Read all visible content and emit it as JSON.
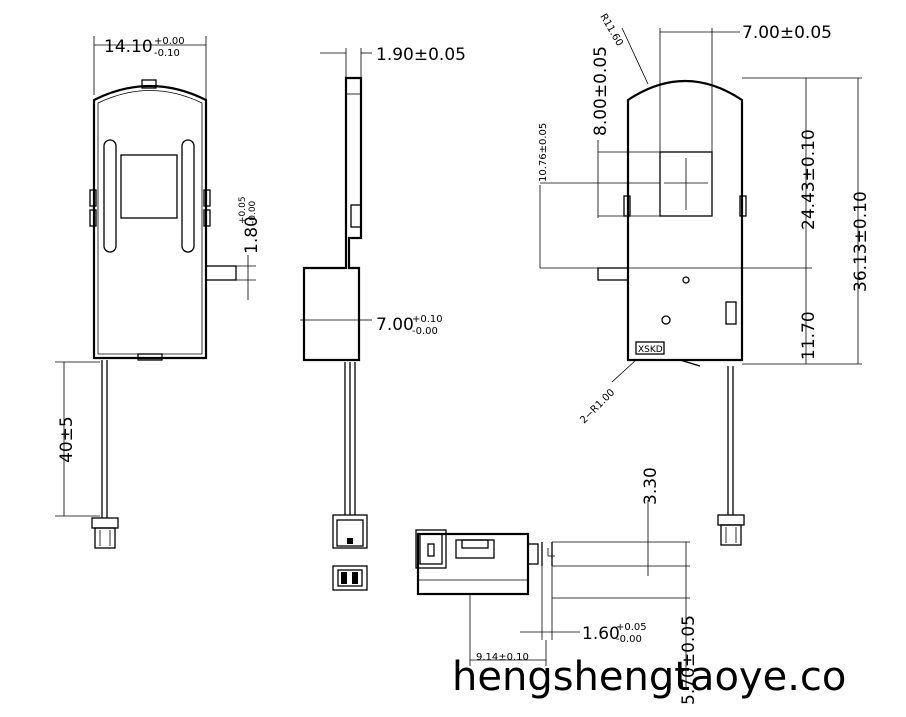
{
  "dims": {
    "width_top": "14.10",
    "width_top_tol_up": "+0.00",
    "width_top_tol_dn": "-0.10",
    "side_thickness": "1.90±0.05",
    "pin_offset": "1.80",
    "pin_offset_tol_up": "+0.05",
    "pin_offset_tol_dn": "-0.00",
    "cable_len": "40±5",
    "body_depth": "7.00",
    "body_depth_tol_up": "+0.10",
    "body_depth_tol_dn": "-0.00",
    "radius_top": "R11.60",
    "window_w": "7.00±0.05",
    "window_h": "8.00±0.05",
    "window_offset": "10.76±0.05",
    "h_upper": "24.43±0.10",
    "h_total": "36.13±0.10",
    "h_lower": "11.70",
    "radius_corner": "2−R1.00",
    "bottom_tab": "3.30",
    "tab_thick": "1.60",
    "tab_thick_tol_up": "+0.05",
    "tab_thick_tol_dn": "-0.00",
    "tab_offset": "9.14±0.10",
    "tab_height": "5.70±0.05"
  },
  "labels": {
    "logo": "XSKD",
    "watermark": "hengshengtaoye.co"
  }
}
